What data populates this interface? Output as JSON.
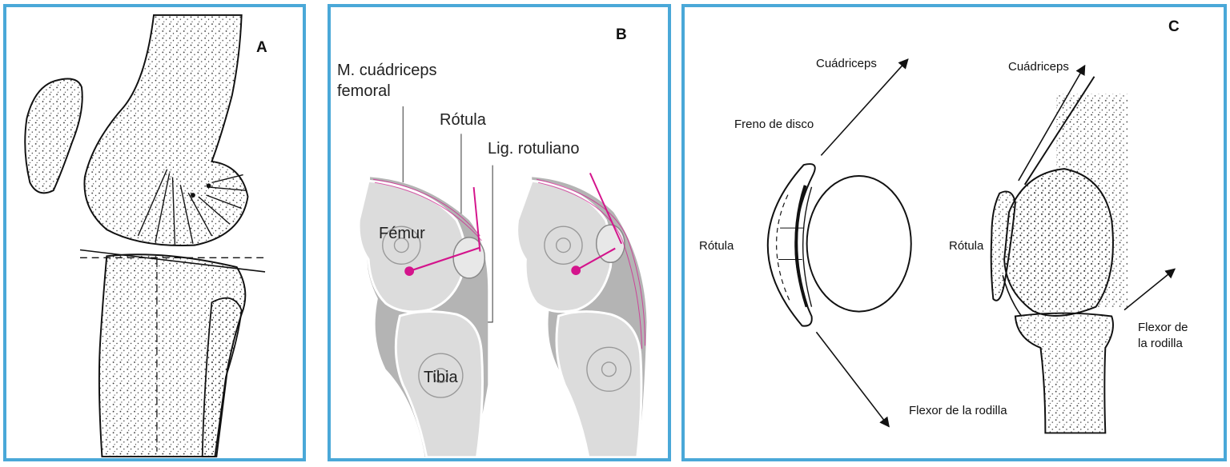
{
  "panels": {
    "a": {
      "letter": "A"
    },
    "b": {
      "letter": "B",
      "labels": {
        "quadriceps_line1": "M. cuádriceps",
        "quadriceps_line2": "femoral",
        "patella": "Rótula",
        "patellar_ligament": "Lig. rotuliano",
        "femur": "Fémur",
        "tibia": "Tibia"
      }
    },
    "c": {
      "letter": "C",
      "labels": {
        "quadriceps_left": "Cuádriceps",
        "disc_brake": "Freno de disco",
        "patella_left": "Rótula",
        "knee_flexor_bottom": "Flexor de la rodilla",
        "quadriceps_right": "Cuádriceps",
        "patella_right": "Rótula",
        "knee_flexor_right_line1": "Flexor de",
        "knee_flexor_right_line2": "la rodilla"
      }
    }
  },
  "colors": {
    "border": "#4aa8d8",
    "accent": "#d4148c",
    "bone": "#dcdcdc",
    "soft_tissue": "#b4b4b4"
  }
}
